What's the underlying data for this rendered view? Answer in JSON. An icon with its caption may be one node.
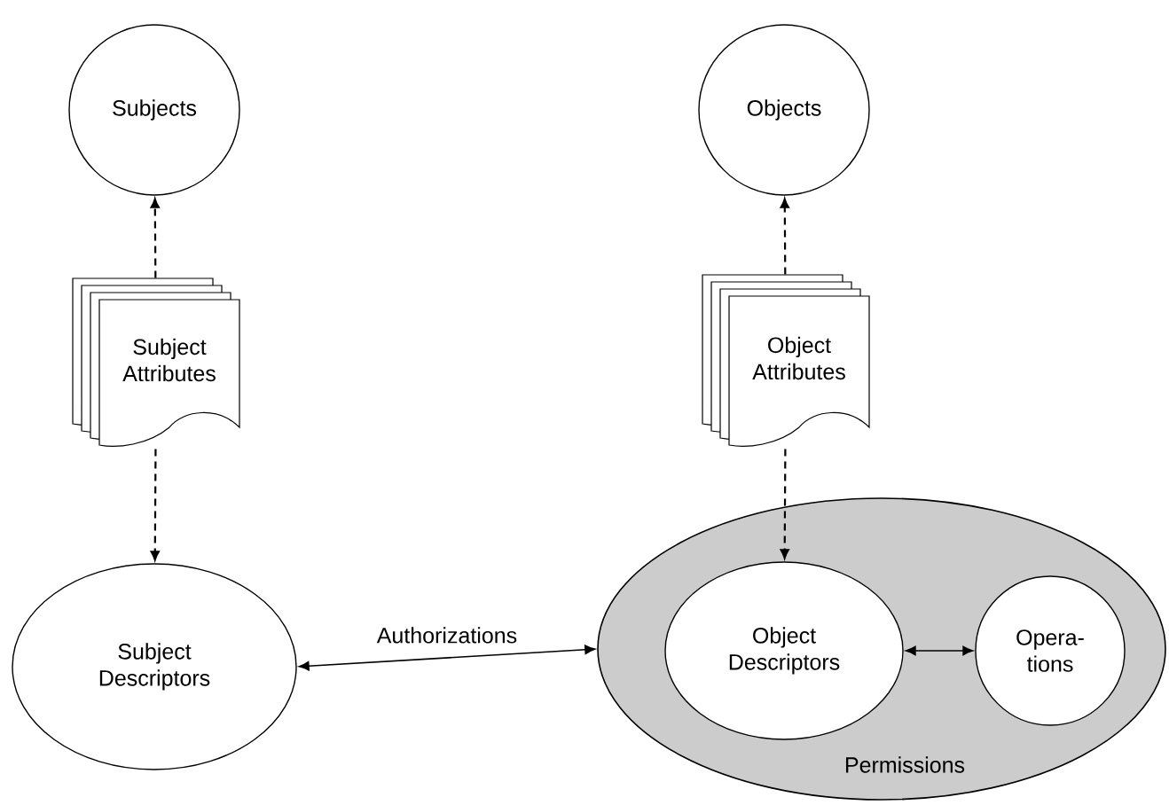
{
  "diagram": {
    "nodes": [
      {
        "text": [
          "Subjects"
        ]
      },
      {
        "text": [
          "Subject Attributes"
        ]
      },
      {
        "text": [
          "Subject Descriptors"
        ]
      },
      {
        "text": [
          "Objects"
        ]
      },
      {
        "text": [
          "Object Attributes"
        ]
      },
      {
        "text": [
          "Permissions"
        ]
      },
      {
        "text": [
          "Object Descriptors"
        ],
        "in": 5
      },
      {
        "text": [
          "Opera- tions"
        ],
        "in": 5
      }
    ],
    "edges": [
      {
        "from": 1,
        "to": 0,
        "arrow": "to",
        "style": "dashed"
      },
      {
        "from": 1,
        "to": 2,
        "arrow": "to",
        "style": "dashed"
      },
      {
        "from": 4,
        "to": 3,
        "arrow": "to",
        "style": "dashed"
      },
      {
        "from": 4,
        "to": 6,
        "arrow": "to",
        "style": "dashed"
      },
      {
        "from": 2,
        "to": 5,
        "arrow": "both",
        "label": "Authorizations"
      },
      {
        "from": 6,
        "to": 7,
        "arrow": "both"
      }
    ]
  }
}
